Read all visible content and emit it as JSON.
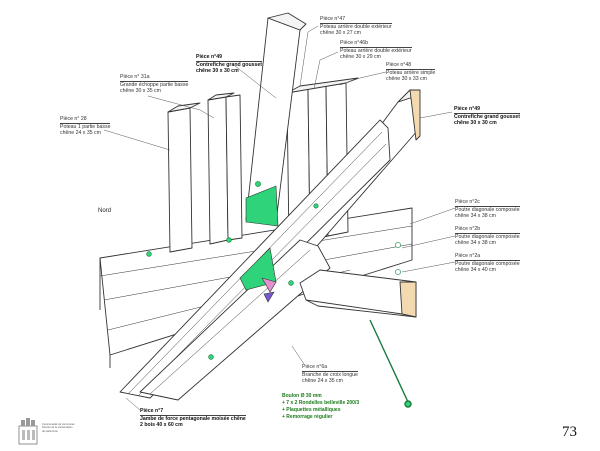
{
  "direction_label": "Nord",
  "page_number": "73",
  "labels": {
    "p47": [
      "Pièce n°47",
      "Poteau arrière double extérieur",
      "chêne 30 x 27 cm"
    ],
    "p46b": [
      "Pièce n°46b",
      "Poteau arrière double extérieur",
      "chêne 30 x 29 cm"
    ],
    "p48": [
      "Pièce n°48",
      "Poteau arrière simple",
      "chêne 30 x 33 cm"
    ],
    "p49_left": [
      "Pièce n°49",
      "Contrefiche grand gousset",
      "chêne 30 x 30 cm"
    ],
    "p49_right": [
      "Pièce n°49",
      "Contrefiche grand gousset",
      "chêne 30 x 30 cm"
    ],
    "p31a": [
      "Pièce n° 31a",
      "Grande échoppe partie basse",
      "chêne 30 x 35 cm"
    ],
    "p28": [
      "Pièce n° 28",
      "Poteau 1 partie basse",
      "chêne 24 x 35 cm"
    ],
    "p2c": [
      "Pièce n°2c",
      "Poutre diagonale composée",
      "chêne 34 x 38 cm"
    ],
    "p2b": [
      "Pièce n°2b",
      "Poutre diagonale composée",
      "chêne 34 x 38 cm"
    ],
    "p2a": [
      "Pièce n°2a",
      "Poutre diagonale composée",
      "chêne 34 x 40 cm"
    ],
    "p6a": [
      "Pièce n°6a",
      "Branche de croix longue",
      "chêne 24 x 35 cm"
    ],
    "p7": [
      "Pièce n°7",
      "Jambe de force pentagonale moisée chêne",
      "2 bois 40 x 60 cm"
    ]
  },
  "hardware_note": [
    "Boulon Ø 30 mm",
    "+ 7 x 2 Rondelles belleville 200/3",
    "+ Plaquettes métalliques",
    "+ Remorrage régulier"
  ],
  "logo_text": [
    "Communauté de communes",
    "Service de la conservation",
    "du patrimoine"
  ],
  "colors": {
    "line": "#333333",
    "wood": "#ffffff",
    "accent": "#2fd37a",
    "end_grain": "#f2d9b0",
    "note": "#1a7a1a"
  }
}
